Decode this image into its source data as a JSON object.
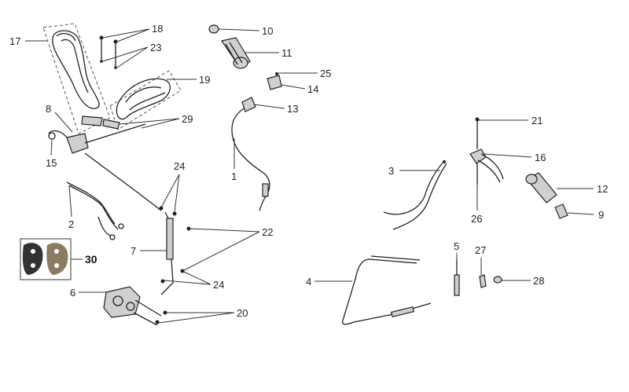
{
  "callouts": [
    {
      "id": "17",
      "text": "17"
    },
    {
      "id": "18",
      "text": "18"
    },
    {
      "id": "23",
      "text": "23"
    },
    {
      "id": "19",
      "text": "19"
    },
    {
      "id": "8",
      "text": "8"
    },
    {
      "id": "29",
      "text": "29"
    },
    {
      "id": "15",
      "text": "15"
    },
    {
      "id": "24a",
      "text": "24"
    },
    {
      "id": "2",
      "text": "2"
    },
    {
      "id": "22",
      "text": "22"
    },
    {
      "id": "7",
      "text": "7"
    },
    {
      "id": "30",
      "text": "30"
    },
    {
      "id": "24b",
      "text": "24"
    },
    {
      "id": "6",
      "text": "6"
    },
    {
      "id": "20",
      "text": "20"
    },
    {
      "id": "10",
      "text": "10"
    },
    {
      "id": "11",
      "text": "11"
    },
    {
      "id": "25",
      "text": "25"
    },
    {
      "id": "14",
      "text": "14"
    },
    {
      "id": "13",
      "text": "13"
    },
    {
      "id": "1",
      "text": "1"
    },
    {
      "id": "21",
      "text": "21"
    },
    {
      "id": "16",
      "text": "16"
    },
    {
      "id": "3",
      "text": "3"
    },
    {
      "id": "12",
      "text": "12"
    },
    {
      "id": "26",
      "text": "26"
    },
    {
      "id": "9",
      "text": "9"
    },
    {
      "id": "5",
      "text": "5"
    },
    {
      "id": "27",
      "text": "27"
    },
    {
      "id": "4",
      "text": "4"
    },
    {
      "id": "28",
      "text": "28"
    }
  ]
}
